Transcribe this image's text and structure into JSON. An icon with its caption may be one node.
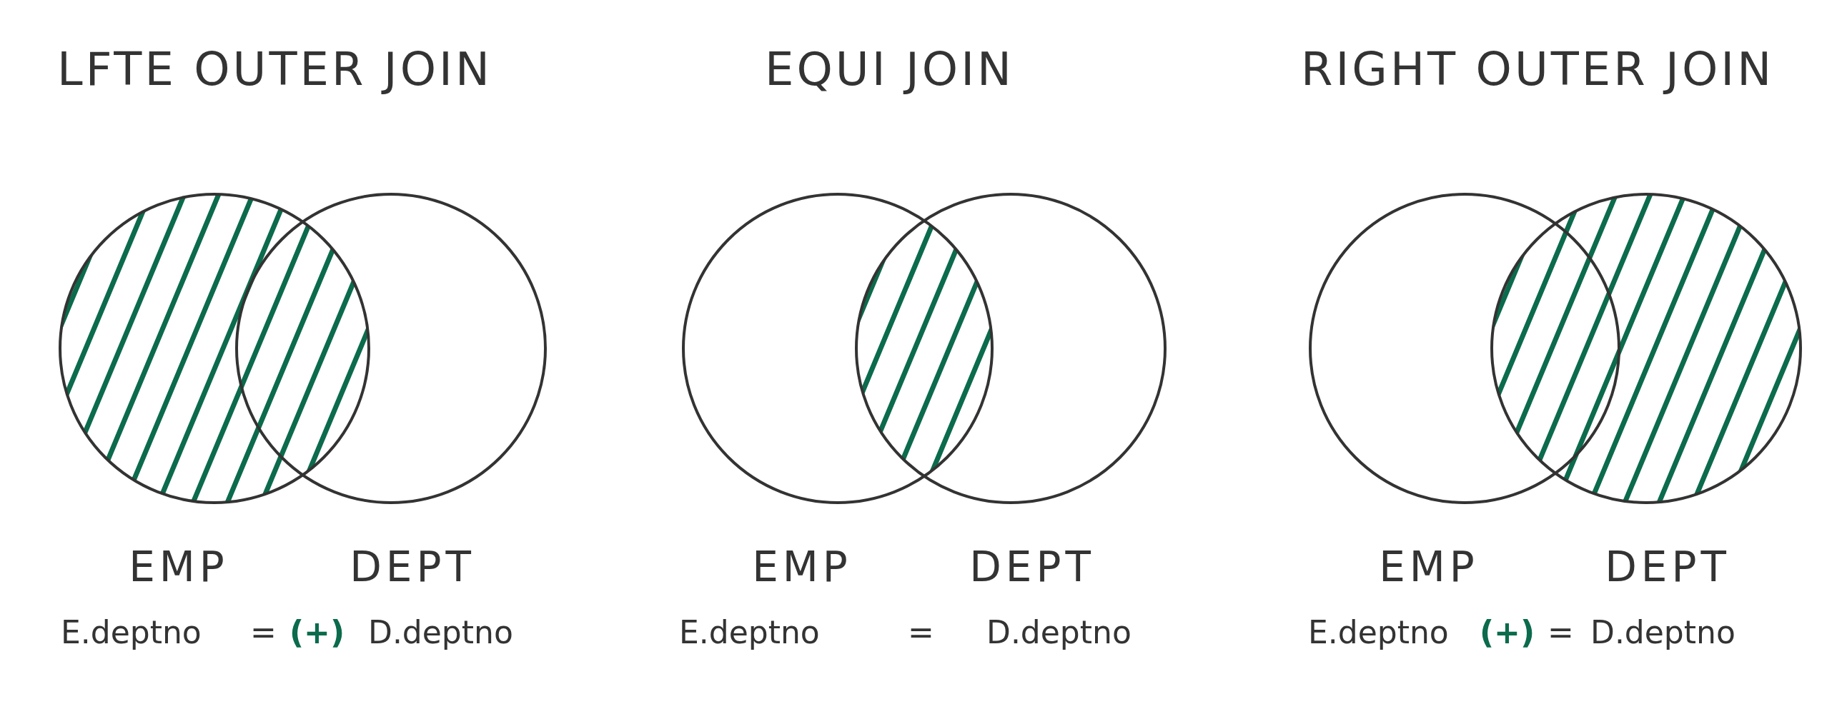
{
  "diagram": {
    "nodes": [
      {
        "text": [
          "EMP"
        ]
      },
      {
        "text": [
          "DEPT"
        ]
      },
      {
        "text": [
          "EMP"
        ]
      },
      {
        "text": [
          "DEPT"
        ]
      },
      {
        "text": [
          "EMP"
        ]
      },
      {
        "text": [
          "DEPT"
        ]
      }
    ],
    "labels": [
      "LFTE OUTER JOIN",
      "EQUI JOIN",
      "RIGHT OUTER JOIN",
      "E.deptno",
      "=",
      "(+)",
      "D.deptno",
      "E.deptno",
      "=",
      "D.deptno",
      "E.deptno",
      "(+)",
      "=",
      "D.deptno"
    ]
  }
}
